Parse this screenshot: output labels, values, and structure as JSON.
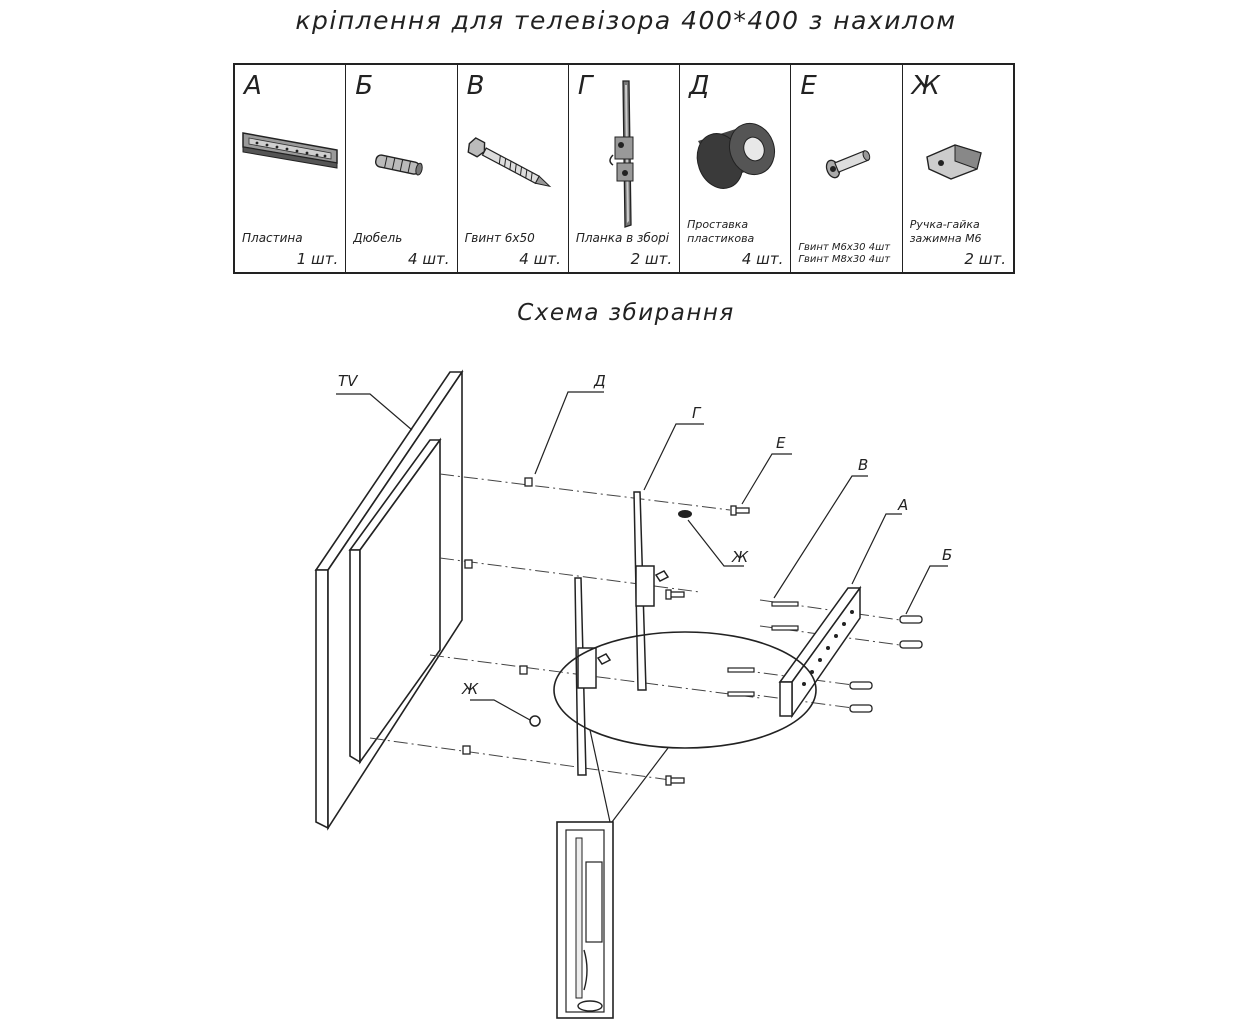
{
  "title": "кріплення для телевізора 400*400 з нахилом",
  "parts": [
    {
      "letter": "А",
      "name": "Пластина",
      "qty": "1 шт.",
      "icon": "plate-icon"
    },
    {
      "letter": "Б",
      "name": "Дюбель",
      "qty": "4 шт.",
      "icon": "dowel-icon"
    },
    {
      "letter": "В",
      "name": "Гвинт 6х50",
      "qty": "4 шт.",
      "icon": "screw-6x50-icon"
    },
    {
      "letter": "Г",
      "name": "Планка в зборі",
      "qty": "2 шт.",
      "icon": "bracket-icon"
    },
    {
      "letter": "Д",
      "name_line1": "Проставка",
      "name_line2": "пластикова",
      "qty": "4 шт.",
      "icon": "spacer-icon"
    },
    {
      "letter": "Е",
      "name_line1": "Гвинт М6х30  4шт",
      "name_line2": "Гвинт М8х30 4шт",
      "icon": "bolt-icon"
    },
    {
      "letter": "Ж",
      "name_line1": "Ручка-гайка",
      "name_line2": "зажимна М6",
      "qty": "2 шт.",
      "icon": "knob-nut-icon"
    }
  ],
  "scheme_title": "Схема збирання",
  "labels": {
    "tv": "TV",
    "spacer": "Д",
    "bracket": "Г",
    "bolt": "Е",
    "screw": "В",
    "plate": "А",
    "dowel": "Б",
    "knob_upper": "Ж",
    "knob_lower": "Ж"
  }
}
